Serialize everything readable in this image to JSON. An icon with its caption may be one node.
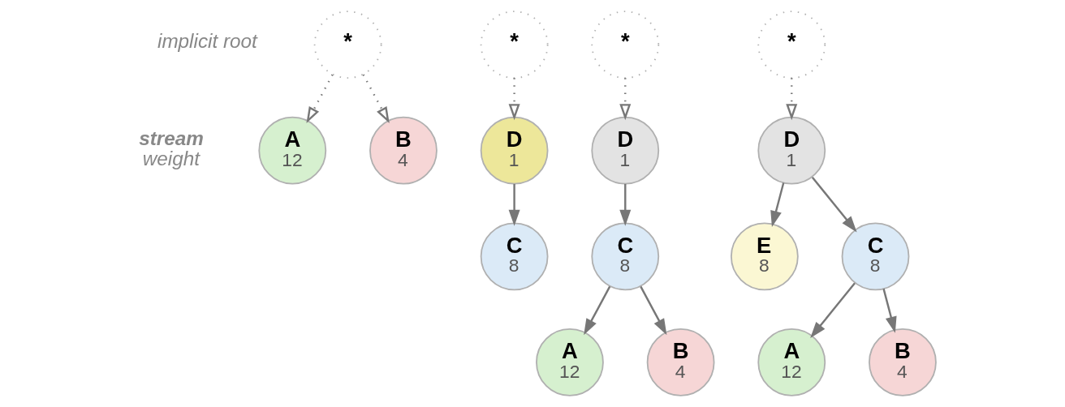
{
  "diagram": {
    "nodes": [
      {
        "text": [
          "*"
        ],
        "beside": [
          "implicit root"
        ]
      },
      {
        "text": [
          "A",
          "12"
        ]
      },
      {
        "text": [
          "B",
          "4"
        ]
      },
      {
        "text": [
          "*"
        ]
      },
      {
        "text": [
          "D",
          "1"
        ]
      },
      {
        "text": [
          "C",
          "8"
        ]
      },
      {
        "text": [
          "*"
        ]
      },
      {
        "text": [
          "D",
          "1"
        ]
      },
      {
        "text": [
          "C",
          "8"
        ]
      },
      {
        "text": [
          "A",
          "12"
        ]
      },
      {
        "text": [
          "B",
          "4"
        ]
      },
      {
        "text": [
          "*"
        ]
      },
      {
        "text": [
          "D",
          "1"
        ]
      },
      {
        "text": [
          "E",
          "8"
        ]
      },
      {
        "text": [
          "C",
          "8"
        ]
      },
      {
        "text": [
          "A",
          "12"
        ]
      },
      {
        "text": [
          "B",
          "4"
        ]
      }
    ],
    "edges": [
      {
        "from": 0,
        "to": 1,
        "arrow": "to",
        "style": "dashed"
      },
      {
        "from": 0,
        "to": 2,
        "arrow": "to",
        "style": "dashed"
      },
      {
        "from": 3,
        "to": 4,
        "arrow": "to",
        "style": "dashed"
      },
      {
        "from": 4,
        "to": 5,
        "arrow": "to"
      },
      {
        "from": 6,
        "to": 7,
        "arrow": "to",
        "style": "dashed"
      },
      {
        "from": 7,
        "to": 8,
        "arrow": "to"
      },
      {
        "from": 8,
        "to": 9,
        "arrow": "to"
      },
      {
        "from": 8,
        "to": 10,
        "arrow": "to"
      },
      {
        "from": 11,
        "to": 12,
        "arrow": "to",
        "style": "dashed"
      },
      {
        "from": 12,
        "to": 13,
        "arrow": "to"
      },
      {
        "from": 12,
        "to": 14,
        "arrow": "to"
      },
      {
        "from": 14,
        "to": 15,
        "arrow": "to"
      },
      {
        "from": 14,
        "to": 16,
        "arrow": "to"
      }
    ],
    "labels": [
      "stream",
      "weight"
    ]
  }
}
